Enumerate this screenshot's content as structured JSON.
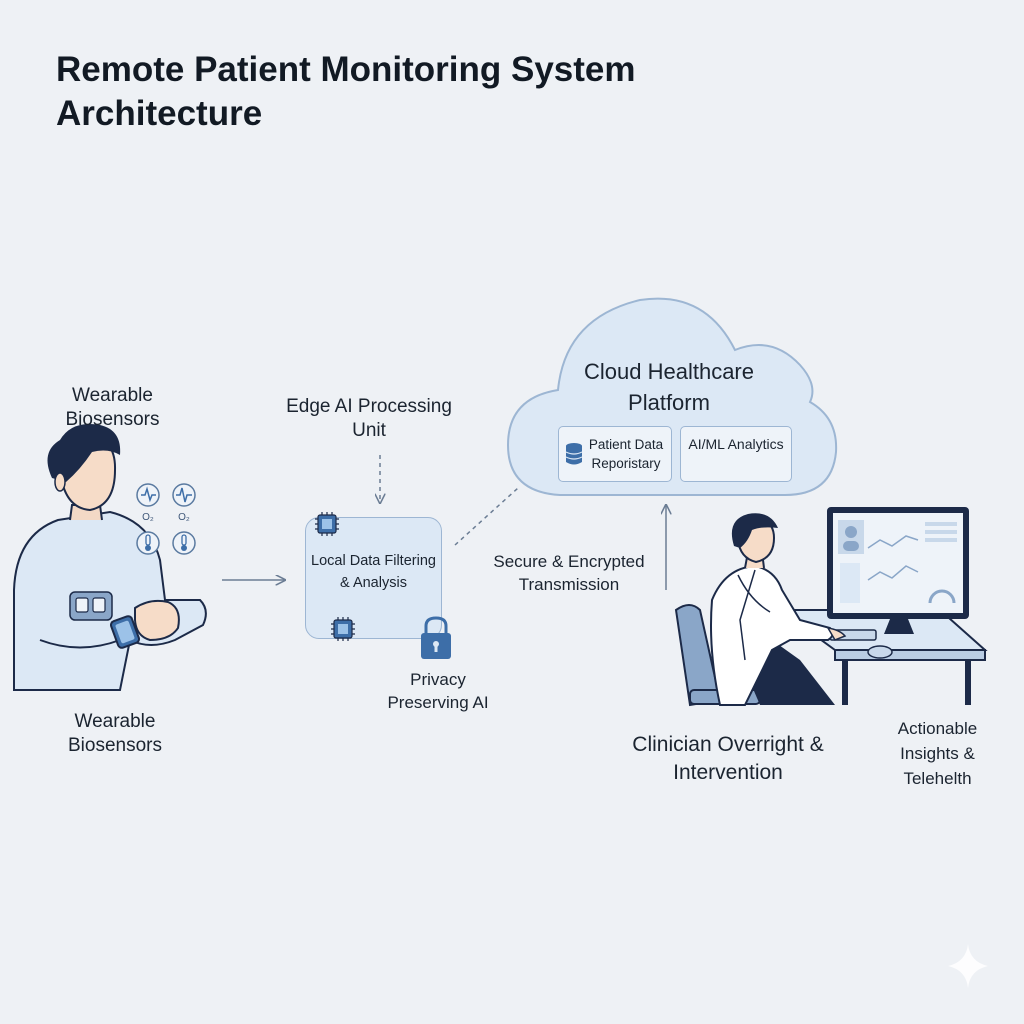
{
  "title": "Remote Patient Monitoring System Architecture",
  "sensors": {
    "top_label": "Wearable Biosensors",
    "bottom_label": "Wearable Biosensors",
    "icon_captions": [
      "O₂",
      "O₂"
    ],
    "icons": [
      "heart-icon",
      "pulse-icon",
      "thermometer-icon",
      "thermometer-icon"
    ]
  },
  "edge": {
    "label": "Edge AI Processing Unit",
    "box_text": "Local Data Filtering & Analysis",
    "privacy_label": "Privacy Preserving AI"
  },
  "cloud": {
    "label": "Cloud Healthcare Platform",
    "repo_label": "Patient Data Reporistary",
    "analytics_label": "AI/ML Analytics"
  },
  "transmission_label": "Secure & Encrypted Transmission",
  "clinician_label": "Clinician Overright & Intervention",
  "insights_label": "Actionable Insights & Telehelth",
  "colors": {
    "background": "#eef1f5",
    "accent_blue": "#3d6ea8",
    "light_blue": "#dce8f5",
    "navy": "#1c2a48"
  }
}
